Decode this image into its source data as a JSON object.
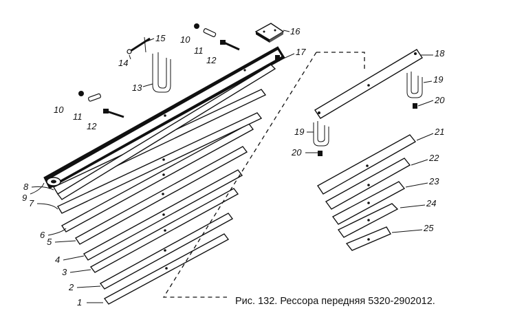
{
  "figure": {
    "caption": "Рис. 132. Рессора передняя 5320-2902012."
  },
  "callouts": {
    "n1": "1",
    "n2": "2",
    "n3": "3",
    "n4": "4",
    "n5": "5",
    "n6": "6",
    "n7": "7",
    "n8": "8",
    "n9": "9",
    "n10a": "10",
    "n11a": "11",
    "n12a": "12",
    "n10b": "10",
    "n11b": "11",
    "n12b": "12",
    "n13": "13",
    "n14": "14",
    "n15": "15",
    "n16": "16",
    "n17": "17",
    "n18": "18",
    "n19a": "19",
    "n20a": "20",
    "n19b": "19",
    "n20b": "20",
    "n21": "21",
    "n22": "22",
    "n23": "23",
    "n24": "24",
    "n25": "25"
  }
}
